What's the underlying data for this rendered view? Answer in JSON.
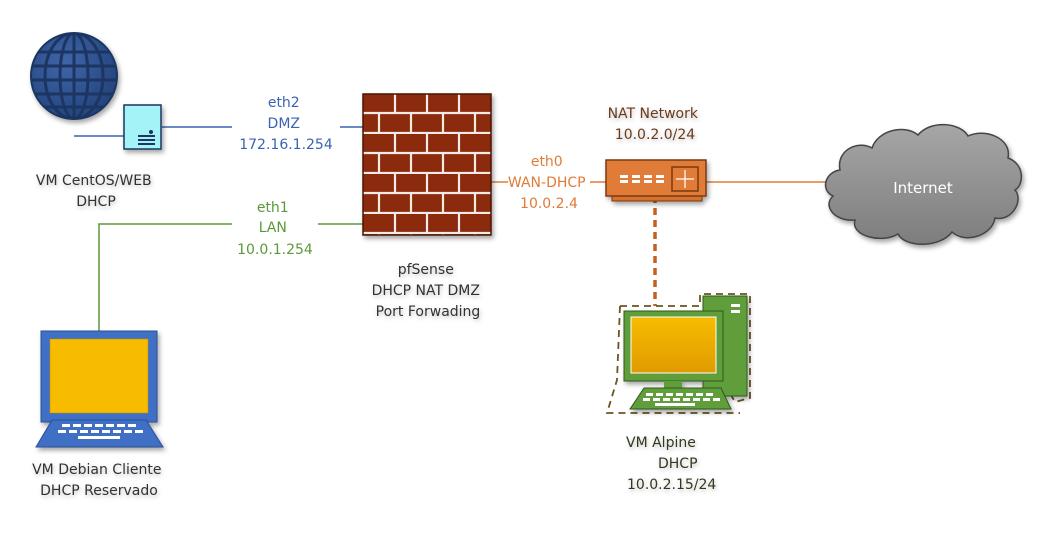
{
  "colors": {
    "dmz": "#3a64b0",
    "lan": "#5a9a3a",
    "wan": "#e07b39",
    "text_dark": "#333333",
    "firewall_brick": "#8b2a0e",
    "router": "#e07b39",
    "cloud": "#8f8f8f",
    "screen": "#f7bc05"
  },
  "nodes": {
    "centos": {
      "icon": "globe-server-icon",
      "lines": [
        "VM CentOS/WEB",
        "DHCP"
      ]
    },
    "debian": {
      "icon": "laptop-icon",
      "lines": [
        "VM Debian Cliente",
        "DHCP  Reservado"
      ]
    },
    "pfsense": {
      "icon": "firewall-icon",
      "lines": [
        "pfSense",
        "DHCP NAT DMZ",
        "Port Forwading"
      ]
    },
    "nat_router": {
      "icon": "router-icon",
      "lines": [
        "NAT Network",
        "10.0.2.0/24"
      ]
    },
    "internet": {
      "icon": "cloud-icon",
      "label": "Internet"
    },
    "alpine": {
      "icon": "desktop-computer-icon",
      "lines": [
        "VM Alpine",
        "DHCP",
        "10.0.2.15/24"
      ]
    }
  },
  "interfaces": {
    "eth2": {
      "lines": [
        "eth2",
        "DMZ",
        "172.16.1.254"
      ]
    },
    "eth1": {
      "lines": [
        "eth1",
        "LAN",
        "10.0.1.254"
      ]
    },
    "eth0": {
      "lines": [
        "eth0",
        "WAN-DHCP",
        "10.0.2.4"
      ]
    }
  }
}
